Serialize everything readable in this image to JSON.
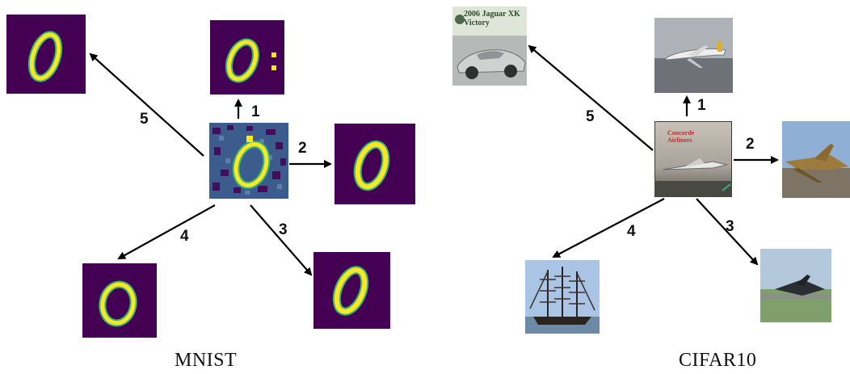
{
  "panels": [
    {
      "caption": "MNIST",
      "edges": [
        {
          "label": "1"
        },
        {
          "label": "2"
        },
        {
          "label": "3"
        },
        {
          "label": "4"
        },
        {
          "label": "5"
        }
      ]
    },
    {
      "caption": "CIFAR10",
      "edges": [
        {
          "label": "1"
        },
        {
          "label": "2"
        },
        {
          "label": "3"
        },
        {
          "label": "4"
        },
        {
          "label": "5"
        }
      ],
      "photo_text": {
        "car_banner": "2006 Jaguar XK Victory",
        "book_cover": "Concorde Airliners"
      }
    }
  ],
  "colors": {
    "mnist_background": "#440154",
    "mnist_digit": "#fde725",
    "mnist_edge": "#35b779",
    "mnist_noise": "#3b5c8c",
    "arrow": "#000000"
  },
  "icons": {
    "mnist_thumbnail": "digit-zero-icon",
    "cifar_center": "concorde-book-icon",
    "cifar_neighbors": [
      "airplane-photo-icon",
      "fighter-jet-photo-icon",
      "stealth-jet-photo-icon",
      "tall-ship-photo-icon",
      "jaguar-car-photo-icon"
    ]
  }
}
